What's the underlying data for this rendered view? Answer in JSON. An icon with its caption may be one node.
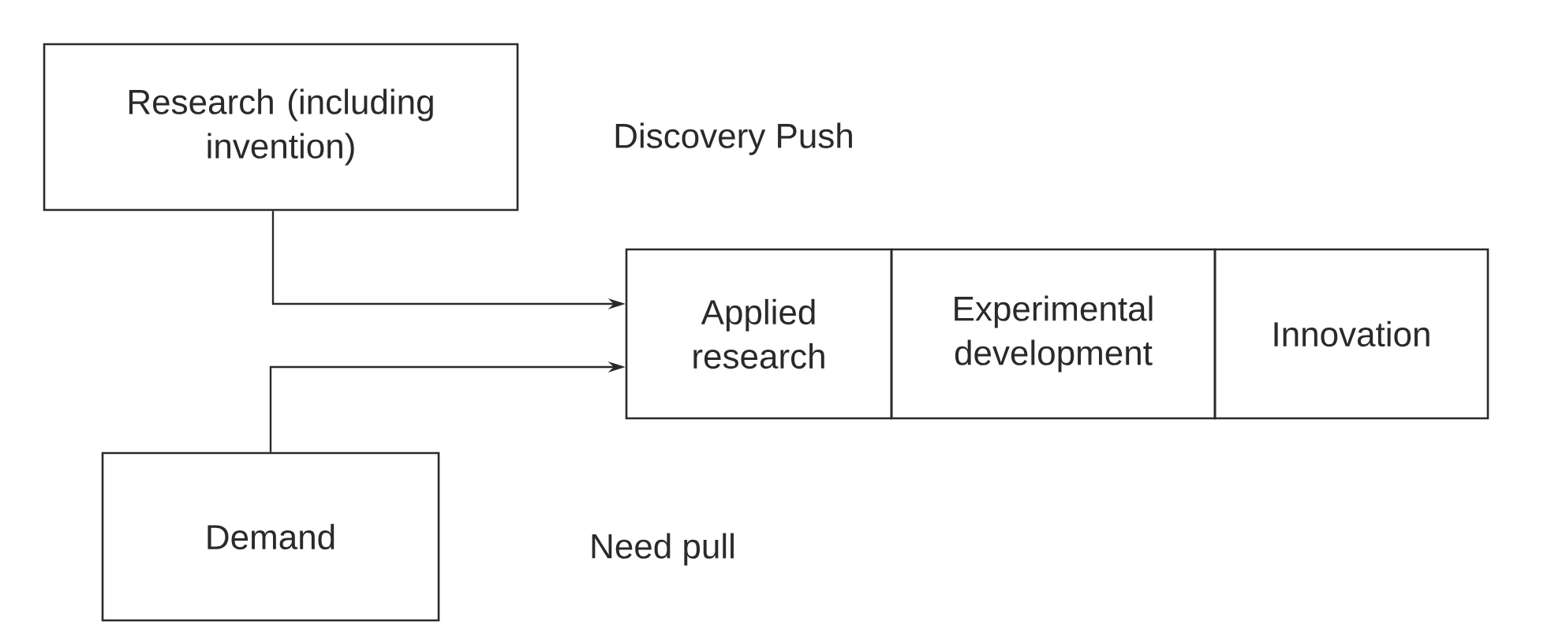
{
  "diagram": {
    "nodes": [
      {
        "text": [
          "Research (including invention)"
        ]
      },
      {
        "text": [
          "Applied research"
        ]
      },
      {
        "text": [
          "Experimental development"
        ]
      },
      {
        "text": [
          "Innovation"
        ]
      },
      {
        "text": [
          "Demand"
        ]
      }
    ],
    "edges": [
      {
        "from": 0,
        "to": 1,
        "arrow": "to"
      },
      {
        "from": 4,
        "to": 1,
        "arrow": "to"
      }
    ],
    "labels": [
      "Discovery Push",
      "Need pull"
    ]
  }
}
